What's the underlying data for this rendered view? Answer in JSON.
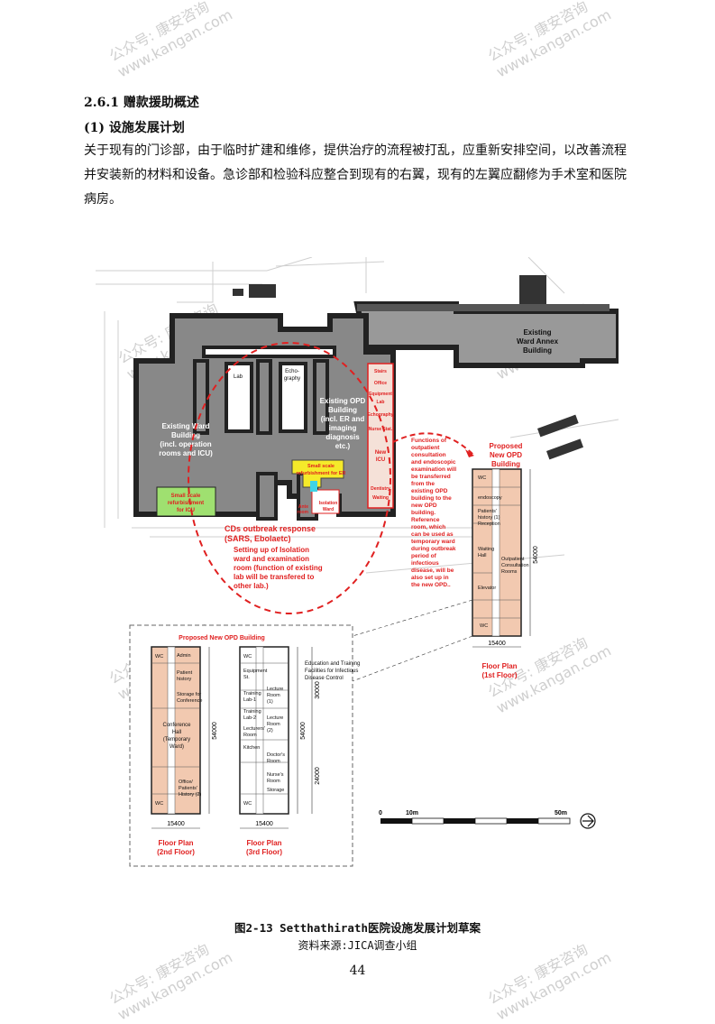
{
  "watermark": {
    "line1": "公众号: 康安咨询",
    "line2": "www.kangan.com"
  },
  "section_title": "2.6.1 赠款援助概述",
  "subsection_title": "(1) 设施发展计划",
  "paragraph": "关于现有的门诊部，由于临时扩建和维修，提供治疗的流程被打乱，应重新安排空间，以改善流程并安装新的材料和设备。急诊部和检验科应整合到现有的右翼，现有的左翼应翻修为手术室和医院病房。",
  "figure": {
    "existing_ward_annex": "Existing\nWard Annex\nBuilding",
    "existing_ward": "Existing Ward\nBuilding\n(incl. operation\nrooms and ICU)",
    "existing_opd": "Existing OPD\nBuilding\n(incl. ER and\nimaging\ndiagnosis\netc.)",
    "lab": "Lab",
    "echography": "Echo-\ngraphy",
    "refurb_icu": "Small scale\nrefurbishment\nfor ICU",
    "refurb_er": "Small scale\nrefurbishment for ER",
    "isolation": "Isolation\nWard",
    "ante_room": "Ante\nroom",
    "right_wing_labels": [
      "Stairs",
      "Office",
      "Equipment\nroom",
      "Lab",
      "Echography",
      "Nurse Stat.",
      "New\nICU",
      "Dentistry",
      "Waiting\nspace"
    ],
    "cds_response": "CDs outbreak response\n(SARS, Ebolaetc)",
    "cds_detail": "Setting up of Isolation\nward and examination\nroom (function of existing\nlab will be transfered to\nother lab.)",
    "functions_note": "Functions of\noutpatient\nconsultation\nand endoscopic\nexamination will\nbe transferred\nfrom the\nexisting OPD\nbuilding to the\nnew OPD\nbuilding.\nReference\nroom, which\ncan be used as\ntemporary ward\nduring outbreak\nperiod of\ninfectious\ndisease, will be\nalso set up in\nthe new OPD.",
    "proposed_opd": "Proposed\nNew OPD\nBuilding",
    "first_floor": {
      "rooms": [
        "WC",
        "endoscopy",
        "Patients'\nhistory (1)",
        "Reception",
        "Waiting\nHall",
        "Outpatient\nConsultation\nRooms",
        "Elevator",
        "WC"
      ],
      "dim_v": "54000",
      "dim_h": "15400",
      "title": "Floor Plan\n(1st Floor)"
    },
    "inset_title": "Proposed New OPD Building",
    "second_floor": {
      "rooms": [
        "WC",
        "Admin\nOffice",
        "Patient\nhistory",
        "Storage for\nConference",
        "Conference\nHall\n(Temporary\nWard)",
        "Office/\nPatients'\nHistory (2)",
        "WC"
      ],
      "dim_v": "54000",
      "dim_h": "15400",
      "title": "Floor Plan\n(2nd Floor)"
    },
    "third_floor": {
      "rooms": [
        "WC",
        "Equipment\nSt.",
        "Training\nLab-1",
        "Lecture\nRoom\n(1)",
        "Training\nLab-2",
        "Lecture\nRoom\n(2)",
        "Lecturers'\nRoom",
        "Kitchen",
        "Doctor's\nRoom",
        "Nurse's\nRoom",
        "Storage",
        "WC"
      ],
      "dim_v": "54000",
      "dim_h": "15400",
      "dim_v1": "30000",
      "dim_v2": "24000",
      "title": "Floor Plan\n(3rd Floor)"
    },
    "education_note": "Education and Training\nFacilities for Infectious\nDisease Control",
    "scale": {
      "zero": "0",
      "ten": "10m",
      "fifty": "50m"
    }
  },
  "caption": "图2-13 Setthathirath医院设施发展计划草案",
  "source": "资料来源:JICA调查小组",
  "page_number": "44"
}
